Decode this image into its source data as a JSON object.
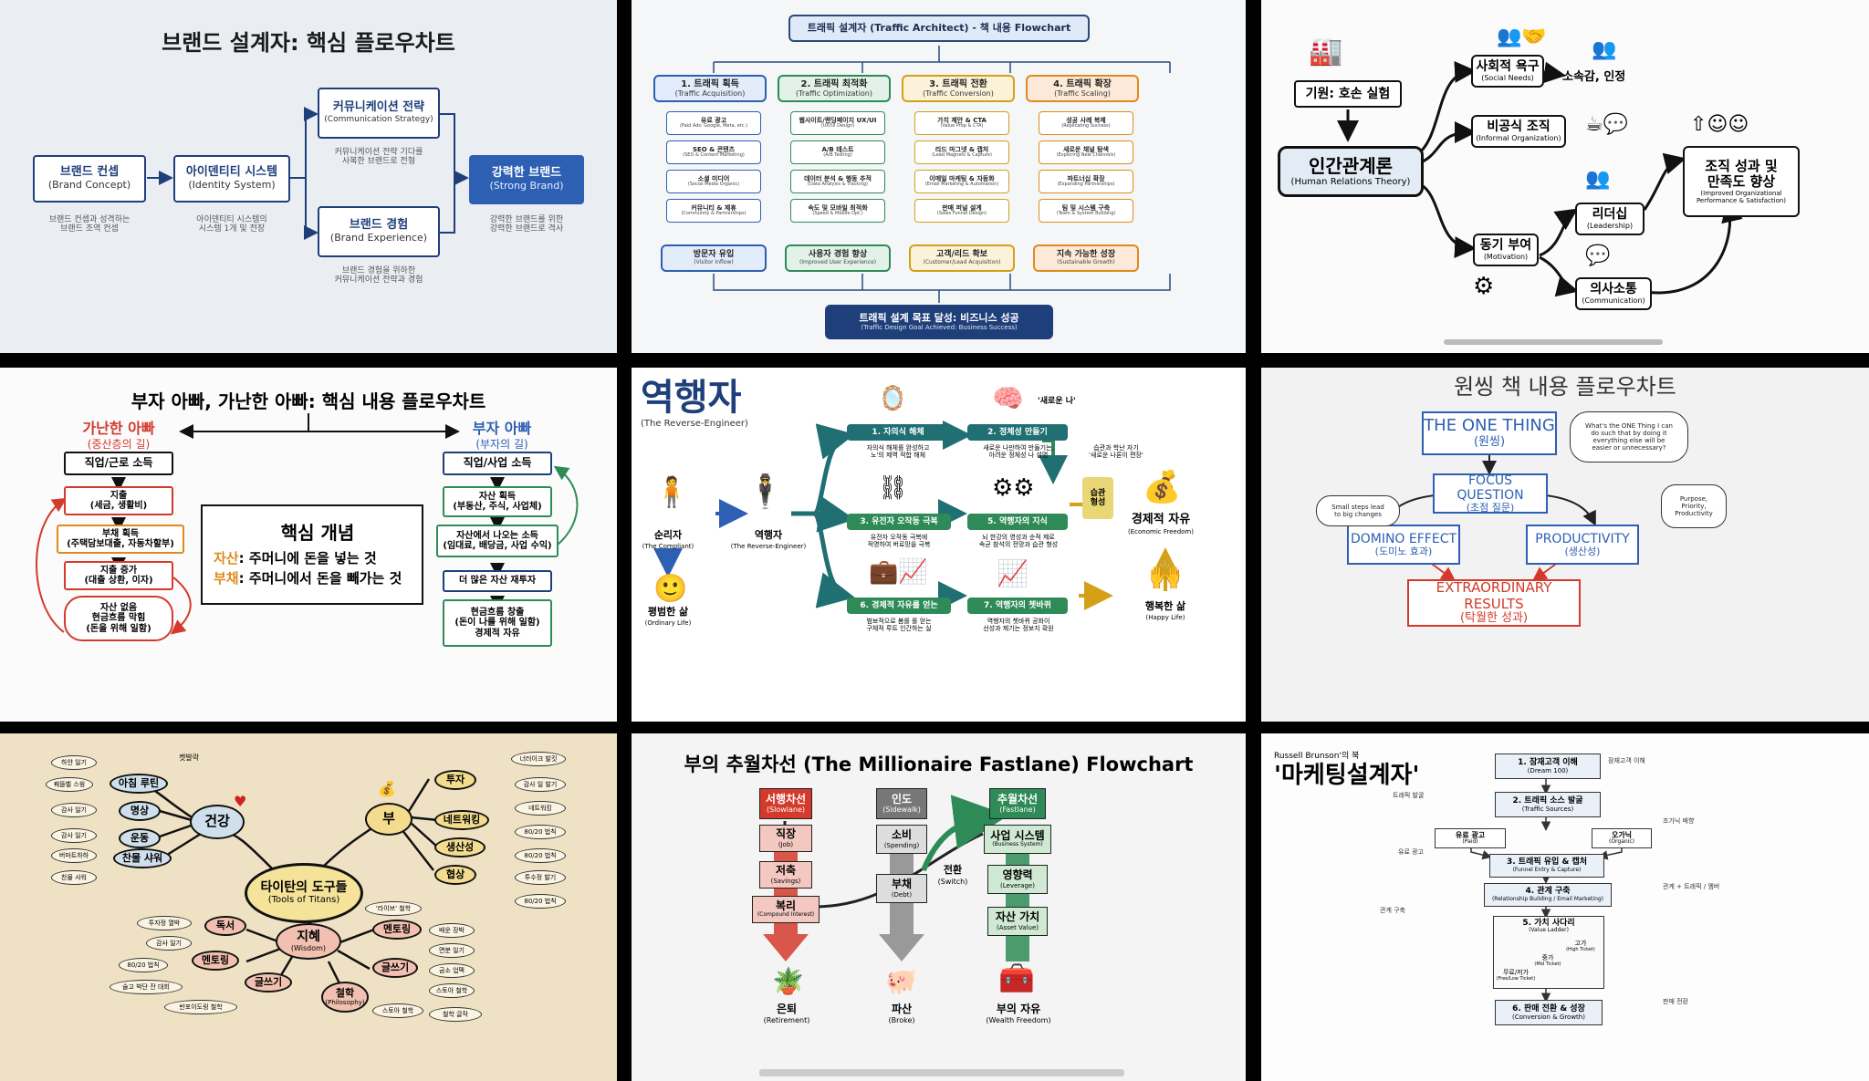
{
  "colors": {
    "navy": "#1f3f7a",
    "blue": "#2d5fb3",
    "green": "#2e8b57",
    "orange": "#e08a1e",
    "red": "#d33a2c",
    "teal": "#2a7d7b",
    "yellow": "#f0d46a"
  },
  "p1": {
    "title": "브랜드 설계자: 핵심 플로우차트",
    "b1": {
      "ko": "브랜드 컨셉",
      "en": "(Brand Concept)",
      "cap": "브랜드 컨셉과 성격하는\n브랜드 조역 컨셉"
    },
    "b2": {
      "ko": "아이덴티티 시스템",
      "en": "(Identity System)",
      "cap": "아이덴티티 시스템의\n시스템 1개 및 전장"
    },
    "b3": {
      "ko": "커뮤니케이션 전략",
      "en": "(Communication Strategy)",
      "cap": "커뮤니케이션 전략 기다를\n사복한 브랜드로 전형"
    },
    "b4": {
      "ko": "브랜드 경험",
      "en": "(Brand Experience)",
      "cap": "브랜드 경험을 위하한\n커뮤니케이션 전략과 경험"
    },
    "b5": {
      "ko": "강력한 브랜드",
      "en": "(Strong Brand)",
      "cap": "강력한 브랜드를 위한\n강력한 브랜드로 격사"
    }
  },
  "p2": {
    "title": "트래픽 설계자 (Traffic Architect) - 책 내용 Flowchart",
    "cols": [
      {
        "head": "1. 트래픽 획득",
        "sub": "(Traffic Acquisition)",
        "items": [
          [
            "유료 광고",
            "(Paid Ads: Google, Meta, etc.)"
          ],
          [
            "SEO & 콘텐츠",
            "(SEO & Content Marketing)"
          ],
          [
            "소셜 미디어",
            "(Social Media Organic)"
          ],
          [
            "커뮤니티 & 제휴",
            "(Community & Partnerships)"
          ]
        ],
        "result": [
          "방문자 유입",
          "(Visitor Inflow)"
        ]
      },
      {
        "head": "2. 트래픽 최적화",
        "sub": "(Traffic Optimization)",
        "items": [
          [
            "웹사이트/랜딩페이지 UX/UI",
            "(UX/UI Design)"
          ],
          [
            "A/B 테스트",
            "(A/B Testing)"
          ],
          [
            "데이터 분석 & 행동 추적",
            "(Data Analysis & Tracking)"
          ],
          [
            "속도 및 모바일 최적화",
            "(Speed & Mobile Opt.)"
          ]
        ],
        "result": [
          "사용자 경험 향상",
          "(Improved User Experience)"
        ]
      },
      {
        "head": "3. 트래픽 전환",
        "sub": "(Traffic Conversion)",
        "items": [
          [
            "가치 제안 & CTA",
            "(Value Prop & CTA)"
          ],
          [
            "리드 마그넷 & 캡처",
            "(Lead Magnets & Capture)"
          ],
          [
            "이메일 마케팅 & 자동화",
            "(Email Marketing & Automation)"
          ],
          [
            "판매 퍼널 설계",
            "(Sales Funnel Design)"
          ]
        ],
        "result": [
          "고객/리드 확보",
          "(Customer/Lead Acquisition)"
        ]
      },
      {
        "head": "4. 트래픽 확장",
        "sub": "(Traffic Scaling)",
        "items": [
          [
            "성공 사례 복제",
            "(Replicating Success)"
          ],
          [
            "새로운 채널 탐색",
            "(Exploring New Channels)"
          ],
          [
            "파트너십 확장",
            "(Expanding Partnerships)"
          ],
          [
            "팀 및 시스템 구축",
            "(Team & System Building)"
          ]
        ],
        "result": [
          "지속 가능한 성장",
          "(Sustainable Growth)"
        ]
      }
    ],
    "goal": "트래픽 설계 목표 달성: 비즈니스 성공",
    "goal_en": "(Traffic Design Goal Achieved: Business Success)"
  },
  "p3": {
    "origin": "기원: 호손 실험",
    "center": "인간관계론",
    "center_en": "(Human Relations Theory)",
    "social": "사회적 욕구",
    "social_en": "(Social Needs)",
    "belong": "소속감, 인정",
    "informal": "비공식 조직",
    "informal_en": "(Informal Organization)",
    "motiv": "동기 부여",
    "motiv_en": "(Motivation)",
    "leader": "리더십",
    "leader_en": "(Leadership)",
    "comm": "의사소통",
    "comm_en": "(Communication)",
    "result": "조직 성과 및\n만족도 향상",
    "result_en": "(Improved Organizational\nPerformance & Satisfaction)"
  },
  "p4": {
    "title": "부자 아빠, 가난한 아빠: 핵심 내용 플로우차트",
    "poor": "가난한 아빠",
    "poor_sub": "(중산층의 길)",
    "rich": "부자 아빠",
    "rich_sub": "(부자의 길)",
    "poor_steps": [
      "직업/근로 소득",
      "지출\n(세금, 생활비)",
      "부채 획득\n(주택담보대출, 자동차할부)",
      "지출 증가\n(대출 상환, 이자)",
      "자산 없음\n현금흐름 막힘\n(돈을 위해 일함)"
    ],
    "rich_steps": [
      "직업/사업 소득",
      "자산 획득\n(부동산, 주식, 사업체)",
      "자산에서 나오는 소득\n(임대료, 배당금, 사업 수익)",
      "더 많은 자산 재투자",
      "현금흐름 창출\n(돈이 나를 위해 일함)\n경제적 자유"
    ],
    "core_title": "핵심 개념",
    "asset_k": "자산",
    "asset_v": ": 주머니에 돈을 넣는 것",
    "debt_k": "부채",
    "debt_v": ": 주머니에서 돈을 빼가는 것"
  },
  "p5": {
    "title": "역행자",
    "title_en": "(The Reverse-Engineer)",
    "compliant": "순리자",
    "compliant_en": "(The Compliant)",
    "ordinary": "평범한 삶",
    "ordinary_en": "(Ordinary Life)",
    "reverse": "역행자",
    "reverse_en": "(The Reverse-Engineer)",
    "s1": "1. 자의식 해체",
    "s1_d": "자의식 해체를 완성하고\n노'의 제역 적합 해체",
    "s2": "2. 정체성 만들기",
    "s2_d": "새로운 나만하여 만들기는,\n아려운 정체성 나 설명",
    "new_me": "'새로운 나'",
    "habit_note": "습관과 학난 자기\n'새로운 나론이 편장'",
    "habit": "습관\n형성",
    "s3": "3. 유전자 오작동 극복",
    "s3_d": "유전자 오작동 극복에\n적명하여 버로망을 극복",
    "s5": "5. 역행자의 지식",
    "s5_d": "뇌 한강의 영성과 순적 제로\n속균 참석의 전망과 습관 형성",
    "s6": "6. 경제적 자유를 얻는",
    "s6_d": "범보적으로 봄를 를 얻는\n구체적 루트 인간하는 실",
    "s7": "7. 역행자의 쳇바퀴",
    "s7_d": "역행자의 쳇바퀴 공화이\n선성과 제기는 정보지 확원",
    "free": "경제적 자유",
    "free_en": "(Economic Freedom)",
    "happy": "행복한 삶",
    "happy_en": "(Happy Life)"
  },
  "p6": {
    "title": "원씽 책 내용 플로우차트",
    "one": "THE ONE THING",
    "one_ko": "(원씽)",
    "focus": "FOCUS QUESTION",
    "focus_ko": "(초점 질문)",
    "domino": "DOMINO EFFECT",
    "domino_ko": "(도미노 효과)",
    "prod": "PRODUCTIVITY",
    "prod_ko": "(생산성)",
    "result": "EXTRAORDINARY RESULTS",
    "result_ko": "(탁월한 성과)",
    "q": "What's the ONE Thing I can\ndo such that by doing it\neverything else will be\neasier or unnecessary?",
    "small": "Small steps lead\nto big changes",
    "ppp": "Purpose,\nPriority,\nProductivity"
  },
  "p7": {
    "center": "타이탄의 도구들",
    "center_en": "(Tools of Titans)",
    "health": "건강",
    "wealth": "부",
    "wisdom": "지혜",
    "morning": "아침 루틴",
    "meditate": "명상",
    "exercise": "운동",
    "shower": "찬물 샤워",
    "ml": [
      "하얀 일기",
      "꿰뜰벨 스윙",
      "감사 일기",
      "감사 일기",
      "버마트하하",
      "찬물 샤워"
    ],
    "tl": "켓발락",
    "invest": "투자",
    "network": "네트워킹",
    "product": "생산성",
    "nego": "협상",
    "wl": [
      "너러이크 발킷",
      "감사 일 발기",
      "네트워킹",
      "80/20 법칙",
      "80/20 법칙",
      "투수정 발기",
      "80/20 법칙"
    ],
    "read": "독서",
    "mentor": "멘토링",
    "mentor2": "멘토링",
    "write": "글쓰기",
    "write2": "글쓰기",
    "phil": "철학",
    "phil_en": "(Philosophy)",
    "wi_en": "(Wisdom)",
    "rl": [
      "투자정 열박",
      "감사 일기",
      "80/20 법칙",
      "술고 박단 잔 대회",
      "반포이도링 철학"
    ],
    "rr": [
      "'라이브' 철학",
      "배운 장박",
      "면분 일기",
      "금소 업팩",
      "스토아 철학",
      "스토아 철학",
      "철학 글작"
    ]
  },
  "p8": {
    "title": "부의 추월차선 (The Millionaire Fastlane) Flowchart",
    "slow": "서행차선",
    "slow_en": "(Slowlane)",
    "side": "인도",
    "side_en": "(Sidewalk)",
    "fast": "추월차선",
    "fast_en": "(Fastlane)",
    "job": "직장",
    "job_en": "(Job)",
    "save": "저축",
    "save_en": "(Savings)",
    "ci": "복리",
    "ci_en": "(Compound Interest)",
    "ret": "은퇴",
    "ret_en": "(Retirement)",
    "spend": "소비",
    "spend_en": "(Spending)",
    "debt": "부채",
    "debt_en": "(Debt)",
    "broke": "파산",
    "broke_en": "(Broke)",
    "biz": "사업 시스템",
    "biz_en": "(Business System)",
    "lev": "영향력",
    "lev_en": "(Leverage)",
    "av": "자산 가치",
    "av_en": "(Asset Value)",
    "wf": "부의 자유",
    "wf_en": "(Wealth Freedom)",
    "sw": "전환",
    "sw_en": "(Switch)"
  },
  "p9": {
    "author": "Russell Brunson'의 북",
    "title": "'마케팅설계자'",
    "s1": "1. 잠재고객 이해",
    "s1_en": "(Dream 100)",
    "s2": "2. 트래픽 소스 발굴",
    "s2_en": "(Traffic Sources)",
    "paid": "유료 광고",
    "paid_en": "(Paid)",
    "org": "오가닉",
    "org_en": "(Organic)",
    "s3": "3. 트래픽 유입 & 캡처",
    "s3_en": "(Funnel Entry & Capture)",
    "s4": "4. 관계 구축",
    "s4_en": "(Relationship Building / Email Marketing)",
    "s5": "5. 가치 사다리",
    "s5_en": "(Value Ladder)",
    "high": "고가",
    "high_en": "(High Ticket)",
    "mid": "중가",
    "mid_en": "(Mid Ticket)",
    "low": "무료/저가",
    "low_en": "(Free/Low Ticket)",
    "s6": "6. 판매 전환 & 성장",
    "s6_en": "(Conversion & Growth)",
    "notes": [
      "잠재고객 이해",
      "트래픽 발굴",
      "조가닉 배향",
      "유료 광고",
      "관계 + 트래픽 / 멤버",
      "관계 구축",
      "판매 전환"
    ]
  }
}
